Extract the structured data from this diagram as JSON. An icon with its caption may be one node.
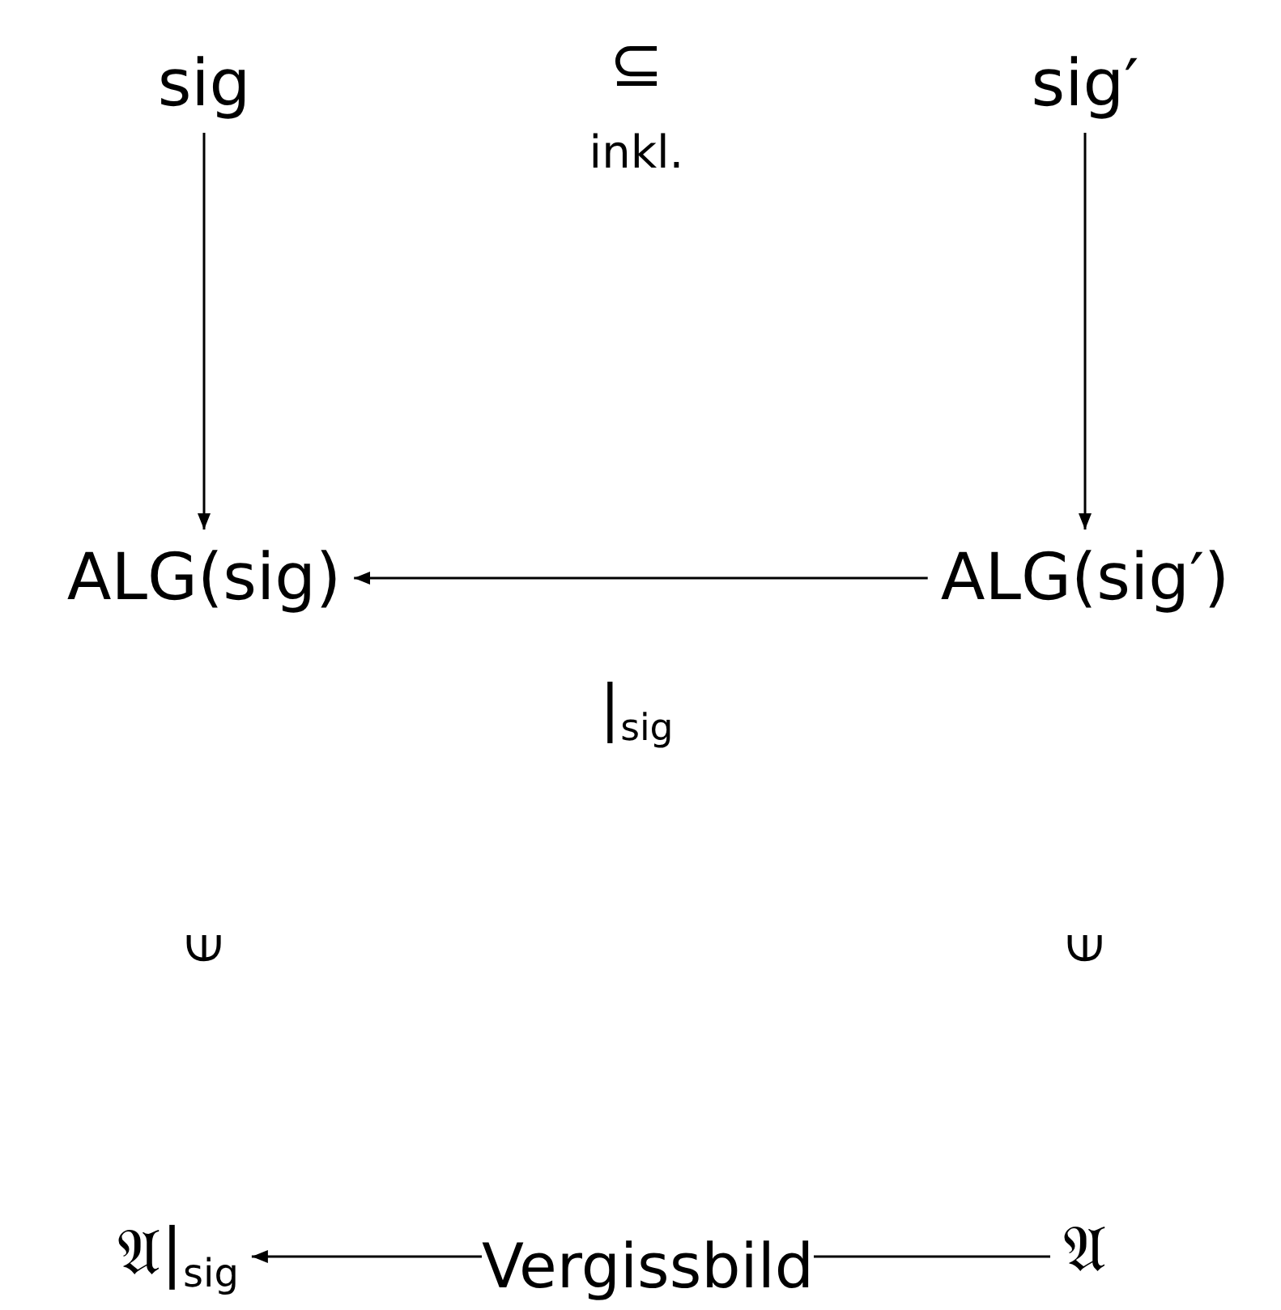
{
  "diagram": {
    "nodes": [
      {
        "text": [
          "sig"
        ]
      },
      {
        "text": [
          "sig′"
        ]
      },
      {
        "text": [
          "ALG(sig)"
        ]
      },
      {
        "text": [
          "ALG(sig′)"
        ]
      },
      {
        "text": [
          "𝔄|$_{sig}$"
        ]
      },
      {
        "text": [
          "𝔄"
        ]
      }
    ],
    "edges": [
      {
        "from": 0,
        "to": 2,
        "arrow": "to"
      },
      {
        "from": 1,
        "to": 3,
        "arrow": "to"
      },
      {
        "from": 3,
        "to": 2,
        "arrow": "to",
        "label": "|$_{sig}$"
      },
      {
        "from": 5,
        "to": 4,
        "arrow": "to",
        "label": "Vergissbild"
      }
    ],
    "labels": [
      "⊆",
      "inkl.",
      "⟒",
      "⟒"
    ]
  }
}
